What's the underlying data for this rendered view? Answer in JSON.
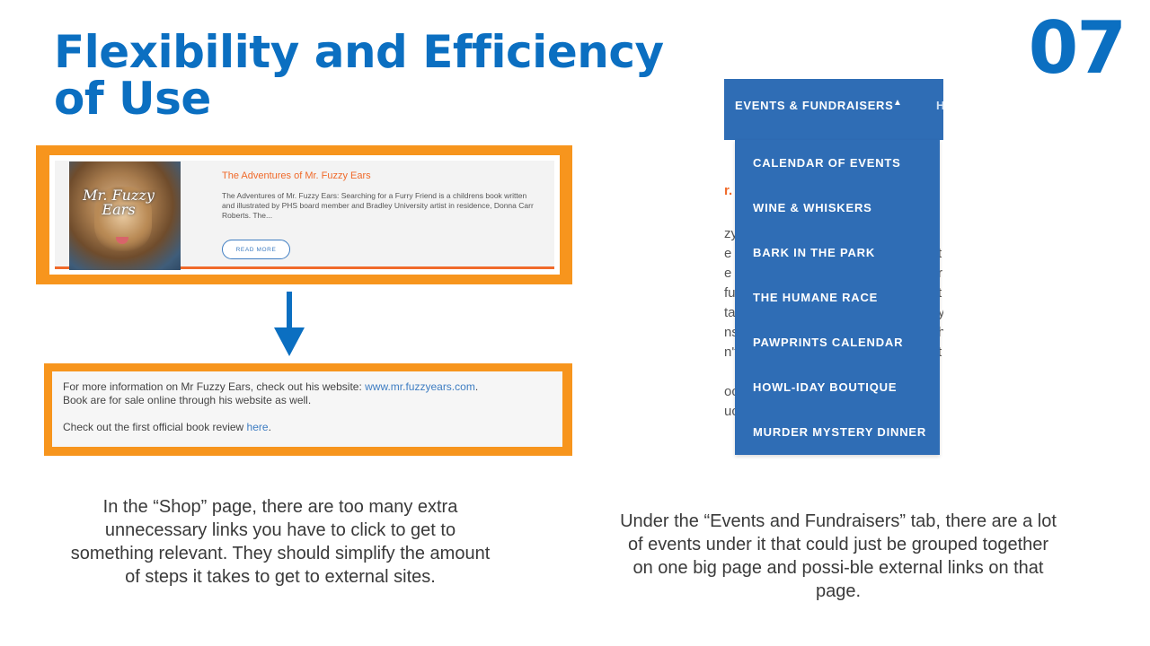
{
  "slide": {
    "title": "Flexibility and Efficiency of Use",
    "number": "07"
  },
  "shop_card": {
    "title": "The Adventures of Mr. Fuzzy Ears",
    "description": "The Adventures of Mr. Fuzzy Ears: Searching for a Furry Friend is a childrens book written and illustrated by PHS board member and Bradley University artist in residence, Donna Carr Roberts. The...",
    "read_more": "READ MORE",
    "cover_text": "Mr. Fuzzy Ears"
  },
  "info_card": {
    "line1_text": "For more information on Mr Fuzzy Ears, check out his website: ",
    "line1_link": "www.mr.fuzzyears.com",
    "line1_end": ".",
    "line2_text": "Book are for sale online through his website as well.",
    "line3_text": "Check out the first official book review ",
    "line3_link": "here",
    "line3_end": "."
  },
  "captions": {
    "left": "In the “Shop” page, there are too many extra unnecessary links you have to click to get to something relevant. They should simplify the amount of steps it takes to get to external sites.",
    "right": "Under the “Events and Fundraisers” tab, there are a lot of events under it that could just be grouped together on one big page and possi-ble external links on that page."
  },
  "menu": {
    "tab_label": "EVENTS & FUNDRAISERS",
    "caret": "▲",
    "next_tab_fragment": "H",
    "items": [
      "CALENDAR OF EVENTS",
      "WINE & WHISKERS",
      "BARK IN THE PARK",
      "THE HUMANE RACE",
      "PAWPRINTS CALENDAR",
      "HOWL-IDAY BOUTIQUE",
      "MURDER MYSTERY DINNER"
    ],
    "bg_fragments": [
      "r.",
      "zy",
      "e",
      "e",
      "fu",
      "ta",
      "ns",
      "n't",
      "oc",
      "uc",
      "t",
      "r",
      "t",
      "y",
      "h",
      "t"
    ]
  },
  "colors": {
    "accent_blue": "#0b6fc1",
    "frame_orange": "#f7951d",
    "card_title_orange": "#f06a2a",
    "menu_blue": "#2f6db5",
    "link_blue": "#3e7dc2"
  },
  "icons": {
    "arrow": "arrow-down-icon",
    "caret": "caret-up-icon"
  }
}
